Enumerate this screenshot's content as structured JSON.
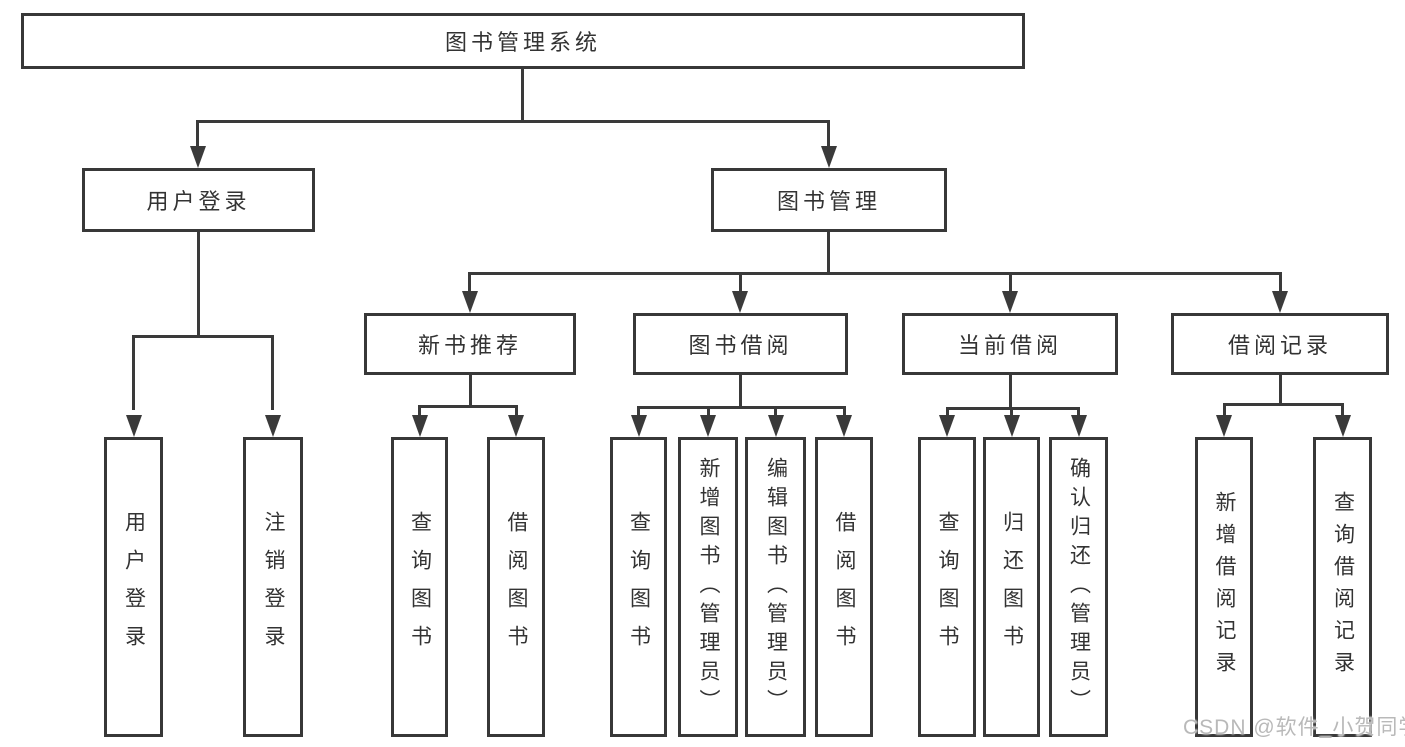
{
  "tree": {
    "root": {
      "label": "图书管理系统",
      "children": [
        {
          "label": "用户登录",
          "children": [
            {
              "label": "用户登录"
            },
            {
              "label": "注销登录"
            }
          ]
        },
        {
          "label": "图书管理",
          "children": [
            {
              "label": "新书推荐",
              "children": [
                {
                  "label": "查询图书"
                },
                {
                  "label": "借阅图书"
                }
              ]
            },
            {
              "label": "图书借阅",
              "children": [
                {
                  "label": "查询图书"
                },
                {
                  "label": "新增图书（管理员）"
                },
                {
                  "label": "编辑图书（管理员）"
                },
                {
                  "label": "借阅图书"
                }
              ]
            },
            {
              "label": "当前借阅",
              "children": [
                {
                  "label": "查询图书"
                },
                {
                  "label": "归还图书"
                },
                {
                  "label": "确认归还（管理员）"
                }
              ]
            },
            {
              "label": "借阅记录",
              "children": [
                {
                  "label": "新增借阅记录"
                },
                {
                  "label": "查询借阅记录"
                }
              ]
            }
          ]
        }
      ]
    }
  },
  "watermark": {
    "text": "CSDN @软件_小贺同学",
    "color": "#b9b9b9"
  },
  "colors": {
    "line": "#3a3a3a",
    "box_border": "#383838",
    "text": "#333333",
    "background": "#ffffff"
  }
}
